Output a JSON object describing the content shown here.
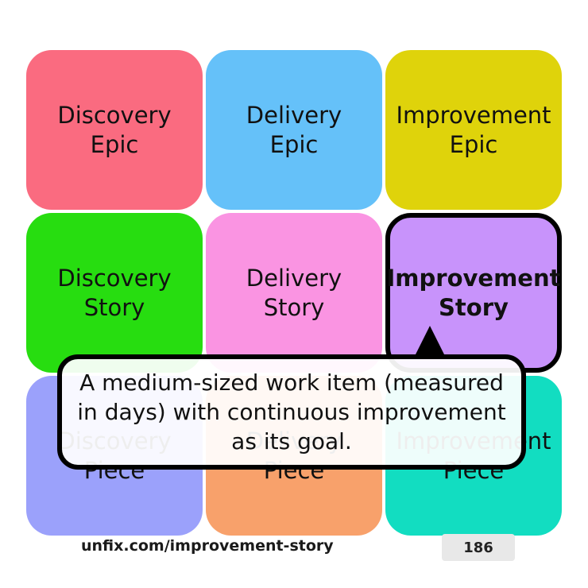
{
  "tiles": [
    {
      "label": "Discovery\nEpic",
      "color": "#fa6b80"
    },
    {
      "label": "Delivery\nEpic",
      "color": "#65c1f9"
    },
    {
      "label": "Improvement\nEpic",
      "color": "#dfd30b"
    },
    {
      "label": "Discovery\nStory",
      "color": "#27dd10"
    },
    {
      "label": "Delivery\nStory",
      "color": "#fa94e2"
    },
    {
      "label": "Improvement\nStory",
      "color": "#c893fb",
      "selected": true
    },
    {
      "label": "Discovery\nPiece",
      "color": "#9ba1fb"
    },
    {
      "label": "Delivery\nPiece",
      "color": "#f8a16b"
    },
    {
      "label": "Improvement\nPiece",
      "color": "#12ddc1"
    }
  ],
  "tooltip": {
    "text": "A medium-sized work item (measured in days) with continuous improvement as its goal."
  },
  "footer": {
    "url": "unfix.com/improvement-story",
    "page": "186"
  }
}
